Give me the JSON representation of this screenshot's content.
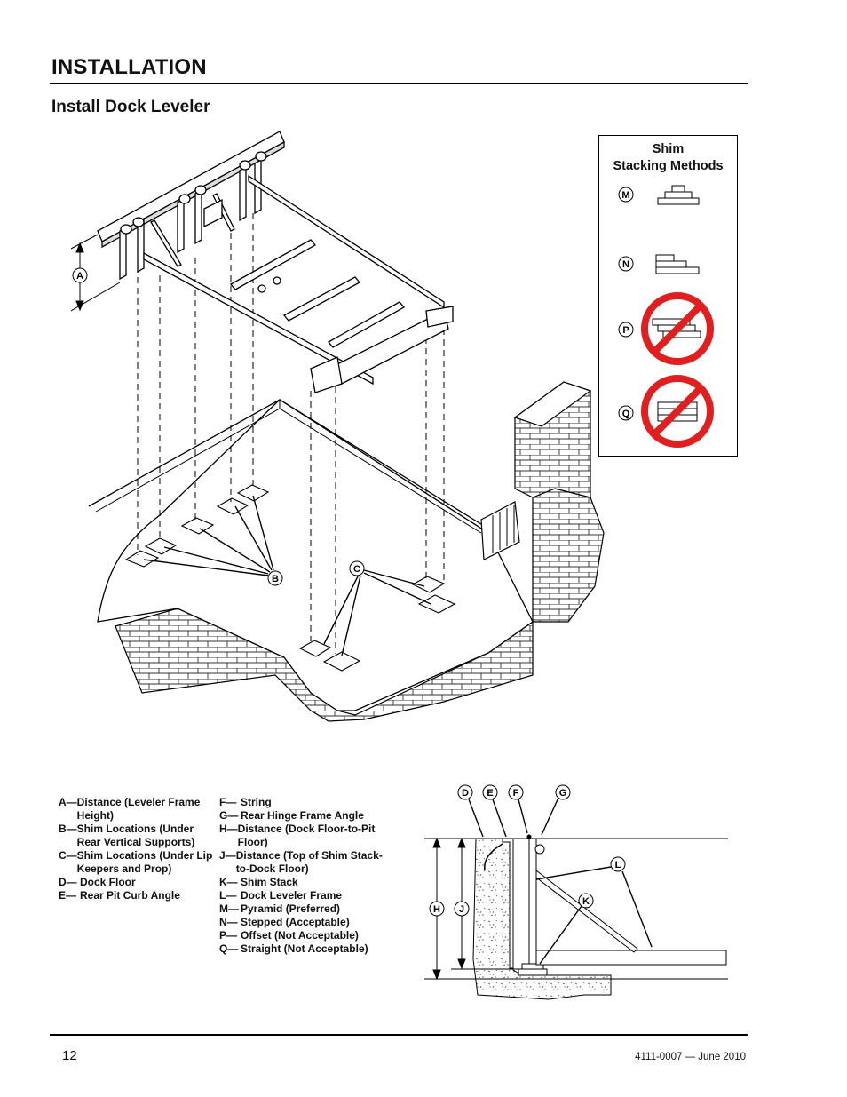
{
  "header": {
    "section_title": "INSTALLATION",
    "subtitle": "Install Dock Leveler"
  },
  "shim_box": {
    "title_line1": "Shim",
    "title_line2": "Stacking Methods",
    "methods": [
      "M",
      "N",
      "P",
      "Q"
    ]
  },
  "callouts": {
    "A": "A",
    "B": "B",
    "C": "C",
    "D": "D",
    "E": "E",
    "F": "F",
    "G": "G",
    "H": "H",
    "J": "J",
    "K": "K",
    "L": "L"
  },
  "legend_left": [
    {
      "key": "A—",
      "text": "Distance (Leveler Frame Height)"
    },
    {
      "key": "B—",
      "text": "Shim Locations (Under Rear Vertical Supports)"
    },
    {
      "key": "C—",
      "text": "Shim Locations (Under Lip Keepers and Prop)"
    },
    {
      "key": "D—",
      "text": "Dock Floor"
    },
    {
      "key": "E—",
      "text": "Rear Pit Curb Angle"
    }
  ],
  "legend_mid": [
    {
      "key": "F—",
      "text": "String"
    },
    {
      "key": "G—",
      "text": "Rear Hinge Frame Angle"
    },
    {
      "key": "H—",
      "text": "Distance (Dock Floor-to-Pit Floor)"
    },
    {
      "key": "J—",
      "text": "Distance (Top of Shim Stack-to-Dock Floor)"
    },
    {
      "key": "K—",
      "text": "Shim Stack"
    },
    {
      "key": "L—",
      "text": "Dock Leveler Frame"
    },
    {
      "key": "M—",
      "text": "Pyramid (Preferred)"
    },
    {
      "key": "N—",
      "text": "Stepped (Acceptable)"
    },
    {
      "key": "P—",
      "text": "Offset (Not Acceptable)"
    },
    {
      "key": "Q—",
      "text": "Straight (Not Acceptable)"
    }
  ],
  "footer": {
    "page_number": "12",
    "doc_id": "4111-0007 — June 2010"
  }
}
